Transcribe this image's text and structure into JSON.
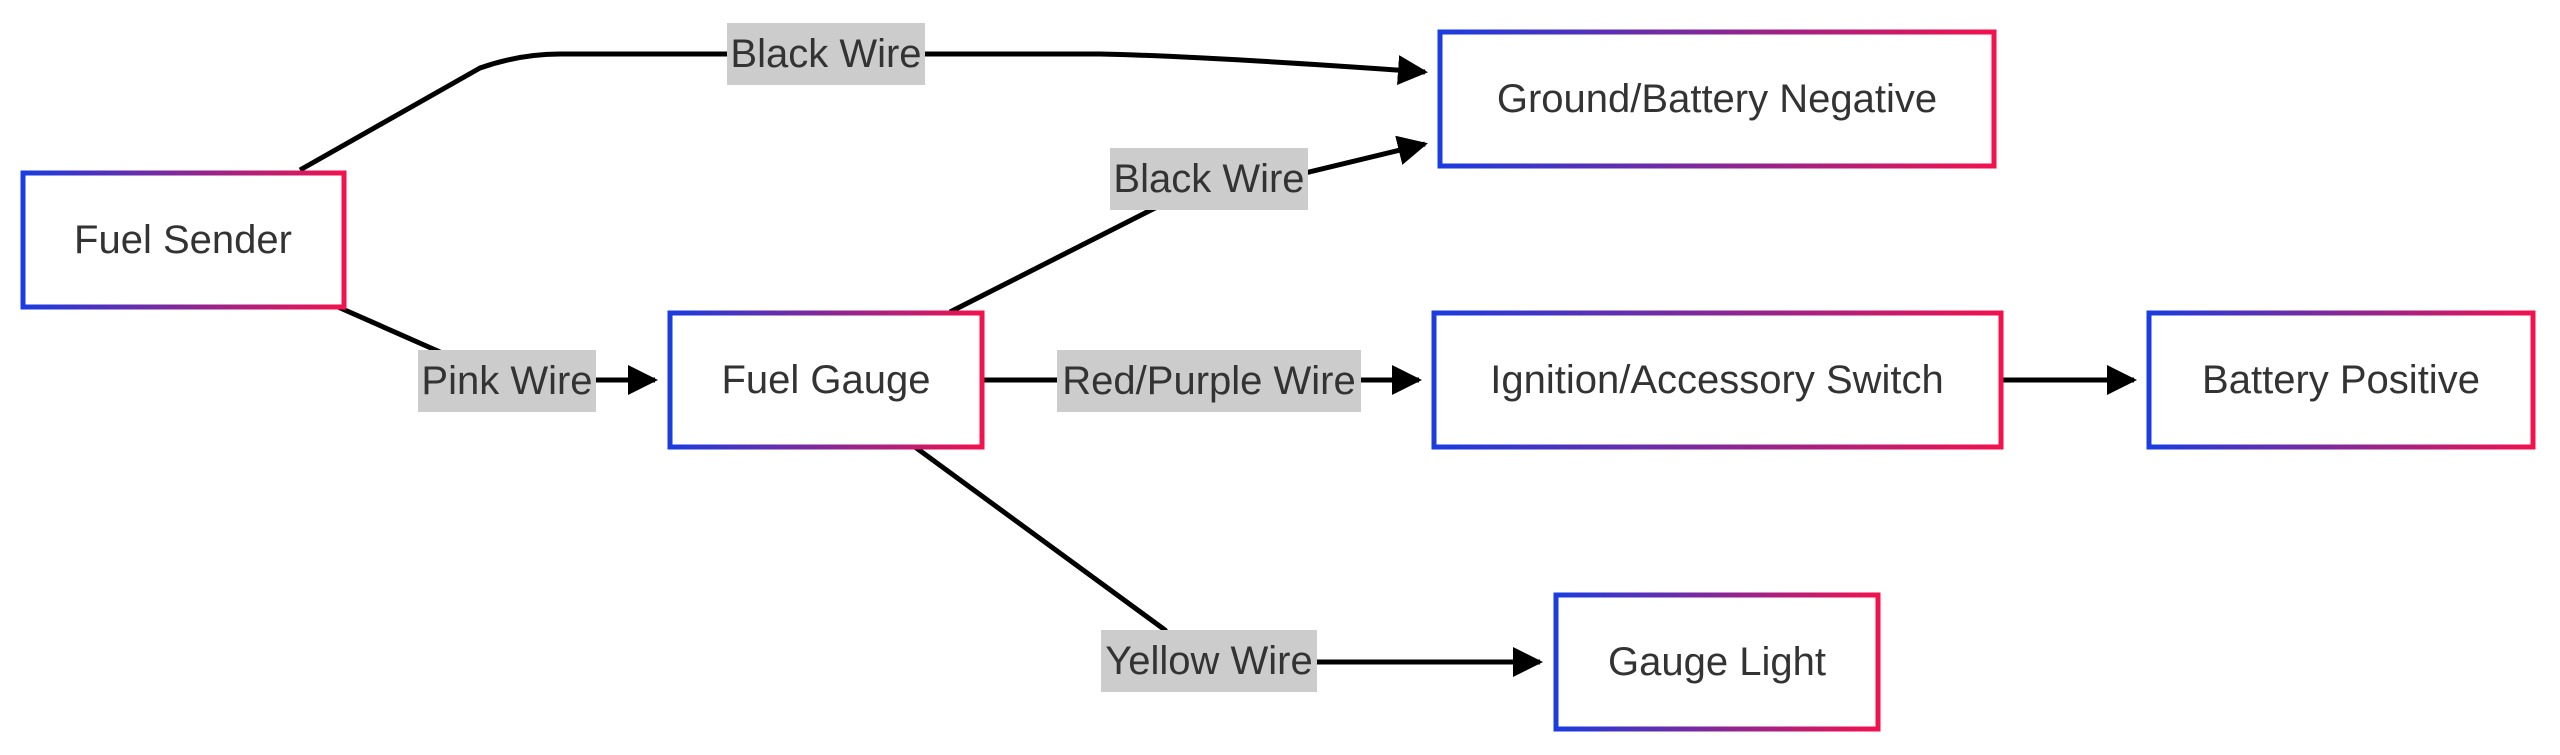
{
  "colors": {
    "node_gradient_start": "#1a3ce0",
    "node_gradient_end": "#f2124e",
    "edge_stroke": "#000000",
    "label_background": "#cccccc",
    "text": "#333333"
  },
  "nodes": {
    "fuel_sender": "Fuel Sender",
    "fuel_gauge": "Fuel Gauge",
    "ground": "Ground/Battery Negative",
    "ignition_switch": "Ignition/Accessory Switch",
    "battery_positive": "Battery Positive",
    "gauge_light": "Gauge Light"
  },
  "edges": [
    {
      "from": "fuel_sender",
      "to": "ground",
      "label": "Black Wire"
    },
    {
      "from": "fuel_sender",
      "to": "fuel_gauge",
      "label": "Pink Wire"
    },
    {
      "from": "fuel_gauge",
      "to": "ground",
      "label": "Black Wire"
    },
    {
      "from": "fuel_gauge",
      "to": "ignition_switch",
      "label": "Red/Purple Wire"
    },
    {
      "from": "fuel_gauge",
      "to": "gauge_light",
      "label": "Yellow Wire"
    },
    {
      "from": "ignition_switch",
      "to": "battery_positive",
      "label": ""
    }
  ]
}
